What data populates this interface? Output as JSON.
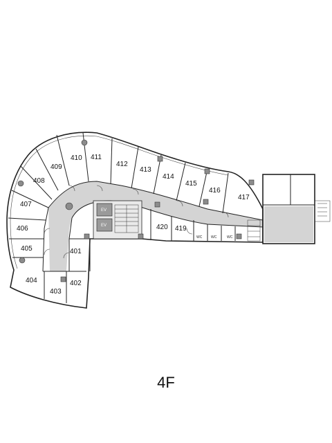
{
  "floor": {
    "label": "4F"
  },
  "rooms": [
    {
      "id": "401",
      "label": "401"
    },
    {
      "id": "402",
      "label": "402"
    },
    {
      "id": "403",
      "label": "403"
    },
    {
      "id": "404",
      "label": "404"
    },
    {
      "id": "405",
      "label": "405"
    },
    {
      "id": "406",
      "label": "406"
    },
    {
      "id": "407",
      "label": "407"
    },
    {
      "id": "408",
      "label": "408"
    },
    {
      "id": "409",
      "label": "409"
    },
    {
      "id": "410",
      "label": "410"
    },
    {
      "id": "411",
      "label": "411"
    },
    {
      "id": "412",
      "label": "412"
    },
    {
      "id": "413",
      "label": "413"
    },
    {
      "id": "414",
      "label": "414"
    },
    {
      "id": "415",
      "label": "415"
    },
    {
      "id": "416",
      "label": "416"
    },
    {
      "id": "417",
      "label": "417"
    },
    {
      "id": "419",
      "label": "419"
    },
    {
      "id": "420",
      "label": "420"
    }
  ],
  "elevators": [
    "EV",
    "EV"
  ],
  "restrooms": [
    "WC",
    "WC",
    "WC"
  ]
}
